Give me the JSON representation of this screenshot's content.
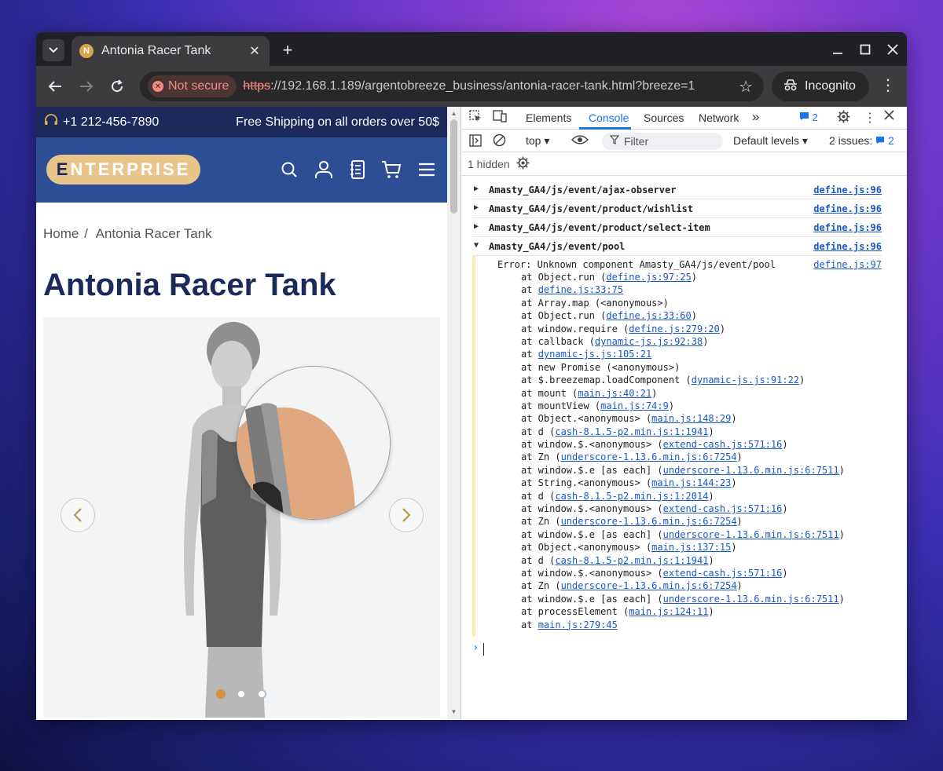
{
  "browser": {
    "tab_title": "Antonia Racer Tank",
    "tab_favicon_letter": "N",
    "new_tab_icon": "+",
    "security_label": "Not secure",
    "url_scheme": "https",
    "url_rest": "://192.168.1.189/argentobreeze_business/antonia-racer-tank.html?breeze=1",
    "profile_label": "Incognito"
  },
  "site": {
    "phone": "+1 212-456-7890",
    "shipping": "Free Shipping on all orders over 50$",
    "logo_e": "E",
    "logo_rest": "NTERPRISE",
    "breadcrumb_home": "Home",
    "breadcrumb_sep": "/",
    "breadcrumb_current": "Antonia Racer Tank",
    "product_title": "Antonia Racer Tank",
    "gallery_slides": 3,
    "gallery_active_slide": 1
  },
  "devtools": {
    "tabs": [
      "Elements",
      "Console",
      "Sources",
      "Network"
    ],
    "active_tab": "Console",
    "more_tabs": "»",
    "issue_count": "2",
    "context": "top",
    "filter_placeholder": "Filter",
    "levels": "Default levels",
    "issues_label": "2 issues:",
    "issues_count": "2",
    "hidden_label": "1 hidden",
    "messages": [
      {
        "text": "Amasty_GA4/js/event/ajax-observer",
        "source": "define.js:96"
      },
      {
        "text": "Amasty_GA4/js/event/product/wishlist",
        "source": "define.js:96"
      },
      {
        "text": "Amasty_GA4/js/event/product/select-item",
        "source": "define.js:96"
      },
      {
        "text": "Amasty_GA4/js/event/pool",
        "source": "define.js:96"
      }
    ],
    "error_message": "Error: Unknown component Amasty_GA4/js/event/pool",
    "error_source": "define.js:97"
  },
  "colors": {
    "accent": "#1a73e8",
    "site_navy": "#1c2a5b",
    "site_header": "#2d4d95",
    "logo_gold": "#e8c58a",
    "slide_active": "#d4953e"
  }
}
